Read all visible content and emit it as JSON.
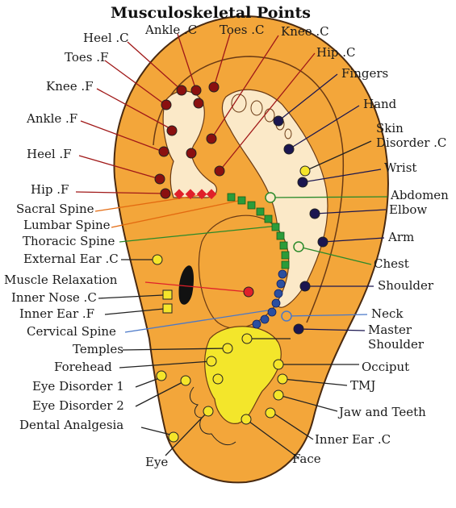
{
  "title": "Musculoskeletal Points",
  "colors": {
    "ear_fill": "#f3a63a",
    "ear_stroke": "#4a2a10",
    "foot_fill": "#fbe9c8",
    "head_fill": "#f3e62b",
    "point_dark_red": "#8a1010",
    "point_navy": "#1b1650",
    "point_yellow": "#f5e52a",
    "point_green": "#2a9c3a",
    "point_blue": "#2b4fa0",
    "point_red": "#e0202a",
    "line_red": "#a01818",
    "line_navy": "#1b1650",
    "line_green": "#2a8a2a",
    "line_orange": "#e36a10",
    "line_blue": "#4a78c8",
    "line_black": "#222222"
  },
  "labels": {
    "heel_c": "Heel .C",
    "ankle_c": "Ankle .C",
    "toes_c": "Toes .C",
    "knee_c": "Knee .C",
    "hip_c": "Hip .C",
    "toes_f": "Toes .F",
    "fingers": "Fingers",
    "knee_f": "Knee .F",
    "hand": "Hand",
    "ankle_f": "Ankle .F",
    "skin_disorder_1": "Skin",
    "skin_disorder_2": "Disorder .C",
    "heel_f": "Heel .F",
    "wrist": "Wrist",
    "hip_f": "Hip .F",
    "abdomen": "Abdomen",
    "sacral_spine": "Sacral Spine",
    "elbow": "Elbow",
    "lumbar_spine": "Lumbar Spine",
    "arm": "Arm",
    "thoracic_spine": "Thoracic Spine",
    "external_ear_c": "External Ear .C",
    "chest": "Chest",
    "muscle_relaxation": "Muscle Relaxation",
    "shoulder": "Shoulder",
    "inner_nose_c": "Inner Nose .C",
    "inner_ear_f": "Inner Ear .F",
    "neck": "Neck",
    "cervical_spine": "Cervical Spine",
    "master_shoulder_1": "Master",
    "master_shoulder_2": "Shoulder",
    "temples": "Temples",
    "forehead": "Forehead",
    "occiput": "Occiput",
    "eye_disorder_1": "Eye Disorder 1",
    "tmj": "TMJ",
    "eye_disorder_2": "Eye Disorder 2",
    "jaw_and_teeth": "Jaw and Teeth",
    "dental_analgesia": "Dental Analgesia",
    "inner_ear_c": "Inner Ear .C",
    "eye": "Eye",
    "face": "Face"
  }
}
